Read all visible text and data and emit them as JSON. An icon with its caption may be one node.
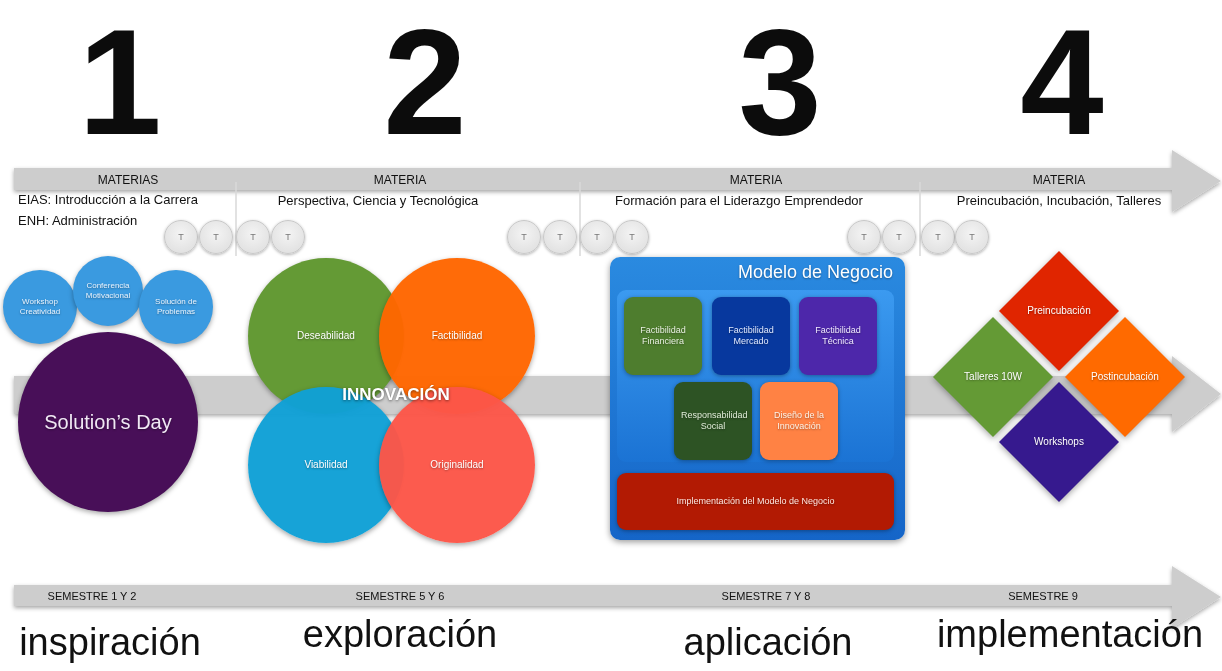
{
  "diagram": {
    "nodes": [
      {
        "text": [
          "T"
        ]
      },
      {
        "text": [
          "T"
        ]
      },
      {
        "text": [
          "T"
        ]
      },
      {
        "text": [
          "T"
        ]
      },
      {
        "text": [
          "T"
        ]
      },
      {
        "text": [
          "T"
        ]
      },
      {
        "text": [
          "T"
        ]
      },
      {
        "text": [
          "T"
        ]
      },
      {
        "text": [
          "T"
        ]
      },
      {
        "text": [
          "T"
        ]
      },
      {
        "text": [
          "T"
        ]
      },
      {
        "text": [
          "T"
        ]
      },
      {
        "text": [
          "Workshop Creatividad"
        ]
      },
      {
        "text": [
          "Conferencia Motivacional"
        ]
      },
      {
        "text": [
          "Solución de Problemas"
        ]
      },
      {
        "text": [
          "Solution’s Day"
        ]
      },
      {
        "text": [
          "Deseabilidad"
        ]
      },
      {
        "text": [
          "Factibilidad"
        ]
      },
      {
        "text": [
          "Viabilidad"
        ]
      },
      {
        "text": [
          "Originalidad"
        ]
      },
      {
        "text": [
          "Modelo de Negocio"
        ]
      },
      {
        "text": [
          "Factibilidad Financiera"
        ],
        "in": 20
      },
      {
        "text": [
          "Factibilidad Mercado"
        ],
        "in": 20
      },
      {
        "text": [
          "Factibilidad Técnica"
        ],
        "in": 20
      },
      {
        "text": [
          "Responsabilidad Social"
        ],
        "in": 20
      },
      {
        "text": [
          "Diseño de la Innovación"
        ],
        "in": 20
      },
      {
        "text": [
          "Implementación del Modelo de Negocio"
        ],
        "in": 20
      },
      {
        "text": [
          "Preincubación"
        ]
      },
      {
        "text": [
          "Talleres 10W"
        ]
      },
      {
        "text": [
          "Postincubación"
        ]
      },
      {
        "text": [
          "Workshops"
        ]
      }
    ],
    "edges": [],
    "labels": [
      "1",
      "2",
      "3",
      "4",
      "MATERIAS",
      "EIAS: Introducción a la Carrera",
      "ENH: Administración",
      "MATERIA",
      "Perspectiva, Ciencia y Tecnológica",
      "MATERIA",
      "Formación para el Liderazgo Emprendedor",
      "MATERIA",
      "Preincubación, Incubación, Talleres",
      "INNOVACIÓN",
      "SEMESTRE 1 Y 2",
      "SEMESTRE 5 Y 6",
      "SEMESTRE 7 Y 8",
      "SEMESTRE 9",
      "inspiración",
      "exploración",
      "aplicación",
      "implementación"
    ]
  }
}
